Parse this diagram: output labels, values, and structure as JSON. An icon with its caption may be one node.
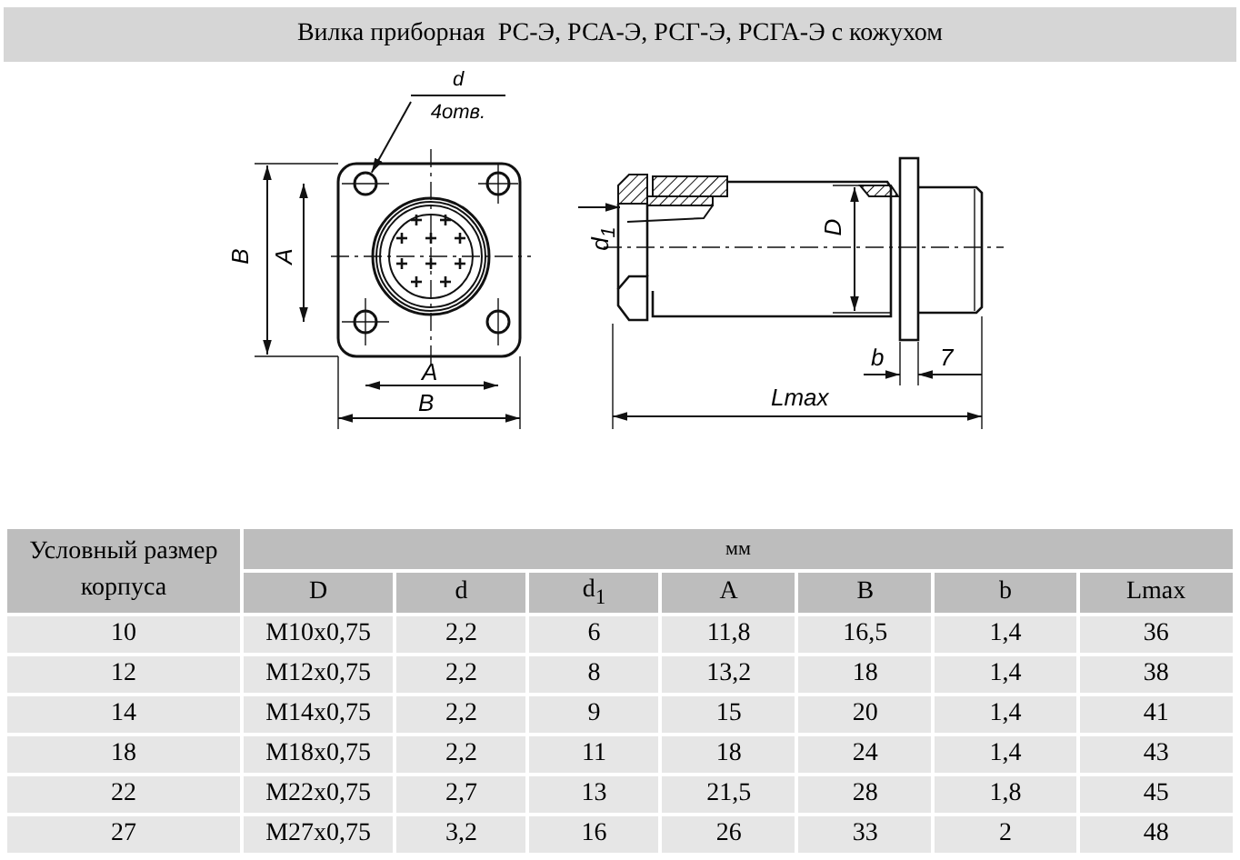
{
  "diagram": {
    "title": "Вилка приборная  РС-Э, РСА-Э, РСГ-Э, РСГА-Э с кожухом",
    "nodes": [
      {
        "text": [
          "d",
          "4отв."
        ]
      },
      {
        "text": [],
        "shape": "circle"
      }
    ],
    "edges": [
      {
        "from": 0,
        "to": 1,
        "arrow": "to"
      }
    ],
    "labels": [
      "B",
      "A",
      "A",
      "B",
      "d$_{1}$",
      "D",
      "b",
      "7",
      "Lmax",
      "Условный размер корпуса",
      "мм",
      "D",
      "d",
      "d$_{1}$",
      "A",
      "B",
      "b",
      "Lmax",
      "10",
      "M10x0,75",
      "2,2",
      "6",
      "11,8",
      "16,5",
      "1,4",
      "36",
      "12",
      "M12x0,75",
      "2,2",
      "8",
      "13,2",
      "18",
      "1,4",
      "38",
      "14",
      "M14x0,75",
      "2,2",
      "9",
      "15",
      "20",
      "1,4",
      "41",
      "18",
      "M18x0,75",
      "2,2",
      "11",
      "18",
      "24",
      "1,4",
      "43",
      "22",
      "M22x0,75",
      "2,7",
      "13",
      "21,5",
      "28",
      "1,8",
      "45",
      "27",
      "M27x0,75",
      "3,2",
      "16",
      "26",
      "33",
      "2",
      "48"
    ]
  }
}
